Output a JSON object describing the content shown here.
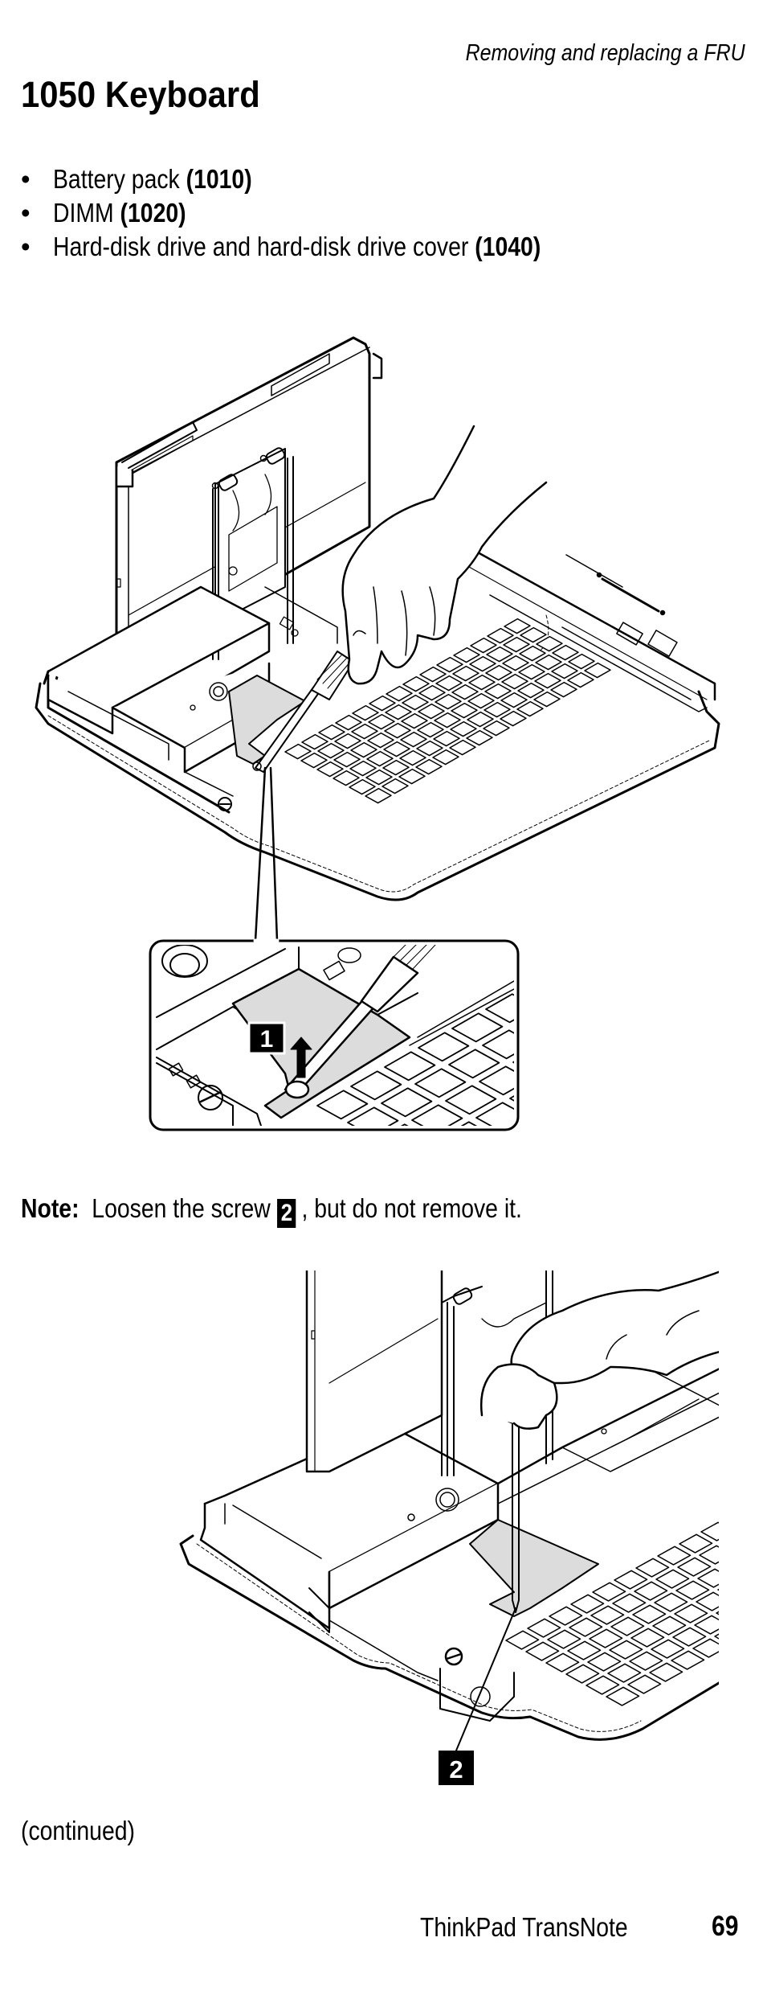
{
  "header": {
    "running_head": "Removing and replacing a FRU"
  },
  "title": "1050 Keyboard",
  "prerequisites": [
    {
      "text": "Battery pack ",
      "ref": "(1010)"
    },
    {
      "text": "DIMM ",
      "ref": "(1020)"
    },
    {
      "text": "Hard-disk drive and hard-disk drive cover ",
      "ref": "(1040)"
    }
  ],
  "bullet_glyph": "•",
  "figure1": {
    "description": "ThinkPad TransNote with tablet raised; hand using screwdriver on keyboard screw, with magnified inset",
    "callout_label": "1",
    "shaded_color": "#dcdcdc"
  },
  "note": {
    "label": "Note:",
    "text_before": "Loosen the screw",
    "callout": "2",
    "text_after": ", but do not remove it."
  },
  "figure2": {
    "description": "Screwdriver loosening keyboard screw, hand holding screwdriver",
    "callout_label": "2",
    "shaded_color": "#dcdcdc"
  },
  "continued": "(continued)",
  "footer": {
    "product": "ThinkPad TransNote",
    "page_number": "69"
  }
}
